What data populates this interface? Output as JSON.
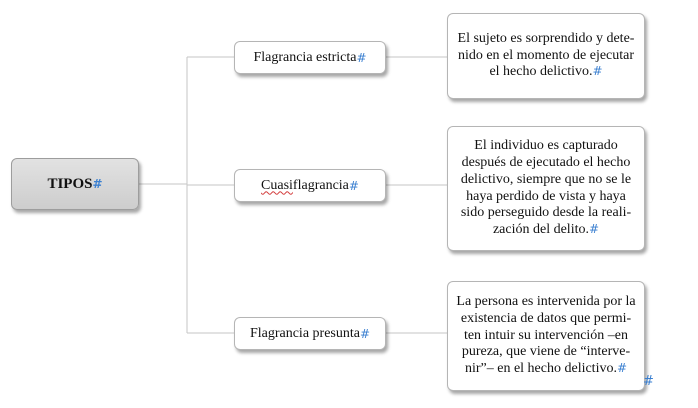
{
  "diagram": {
    "root": {
      "label": "TIPOS"
    },
    "branches": [
      {
        "prefix": "",
        "spell": "",
        "rest": "Flagrancia estricta",
        "description": "El sujeto es sorprendido y dete-nido en el momento de ejecutar el hecho delictivo."
      },
      {
        "prefix": "",
        "spell": "Cuasi",
        "rest": " flagrancia",
        "description": "El individuo es capturado después de ejecutado el hecho delictivo, siempre que no se le haya perdido de vista y haya sido perseguido desde la reali-zación del delito."
      },
      {
        "prefix": "",
        "spell": "",
        "rest": "Flagrancia presunta",
        "description": "La persona es intervenida por la existencia de datos que permi-ten intuir su intervención –en pureza, que viene de “interve-nir”– en el hecho delictivo."
      }
    ],
    "paragraph_mark": "#"
  },
  "colors": {
    "connector": "#c6c6c6",
    "root_fill": "#d6d6d6",
    "mark": "#3a7fd0"
  }
}
